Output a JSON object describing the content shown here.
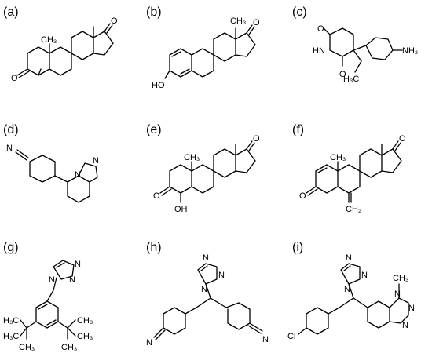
{
  "panels": [
    {
      "label": "(a)",
      "atoms": {
        "o1": "O",
        "o2": "O",
        "me": "CH₃"
      }
    },
    {
      "label": "(b)",
      "atoms": {
        "o1": "O",
        "oh": "HO",
        "me": "CH₃"
      }
    },
    {
      "label": "(c)",
      "atoms": {
        "o1": "O",
        "o2": "O",
        "nh": "HN",
        "nh2": "NH₂",
        "ch3": "H₃C"
      }
    },
    {
      "label": "(d)",
      "atoms": {
        "n1": "N",
        "n2": "N",
        "n3": "N"
      }
    },
    {
      "label": "(e)",
      "atoms": {
        "o1": "O",
        "o2": "O",
        "oh": "OH",
        "me": "CH₃"
      }
    },
    {
      "label": "(f)",
      "atoms": {
        "o1": "O",
        "o2": "O",
        "ch2": "CH₂",
        "me": "CH₃"
      }
    },
    {
      "label": "(g)",
      "atoms": {
        "n1": "N",
        "n2": "N",
        "n3": "N",
        "h3c1": "H₃C",
        "h3c2": "H₃C",
        "ch3a": "CH₃",
        "ch3b": "CH₃",
        "ch3c": "CH₃",
        "ch3d": "CH₃"
      }
    },
    {
      "label": "(h)",
      "atoms": {
        "n1": "N",
        "n2": "N",
        "n3": "N",
        "cn1": "N",
        "cn2": "N"
      }
    },
    {
      "label": "(i)",
      "atoms": {
        "n1": "N",
        "n2": "N",
        "n3": "N",
        "n4": "N",
        "n5": "N",
        "n6": "N",
        "cl": "Cl",
        "me": "CH₃"
      }
    }
  ],
  "colors": {
    "ink": "#000000",
    "background": "#ffffff"
  }
}
